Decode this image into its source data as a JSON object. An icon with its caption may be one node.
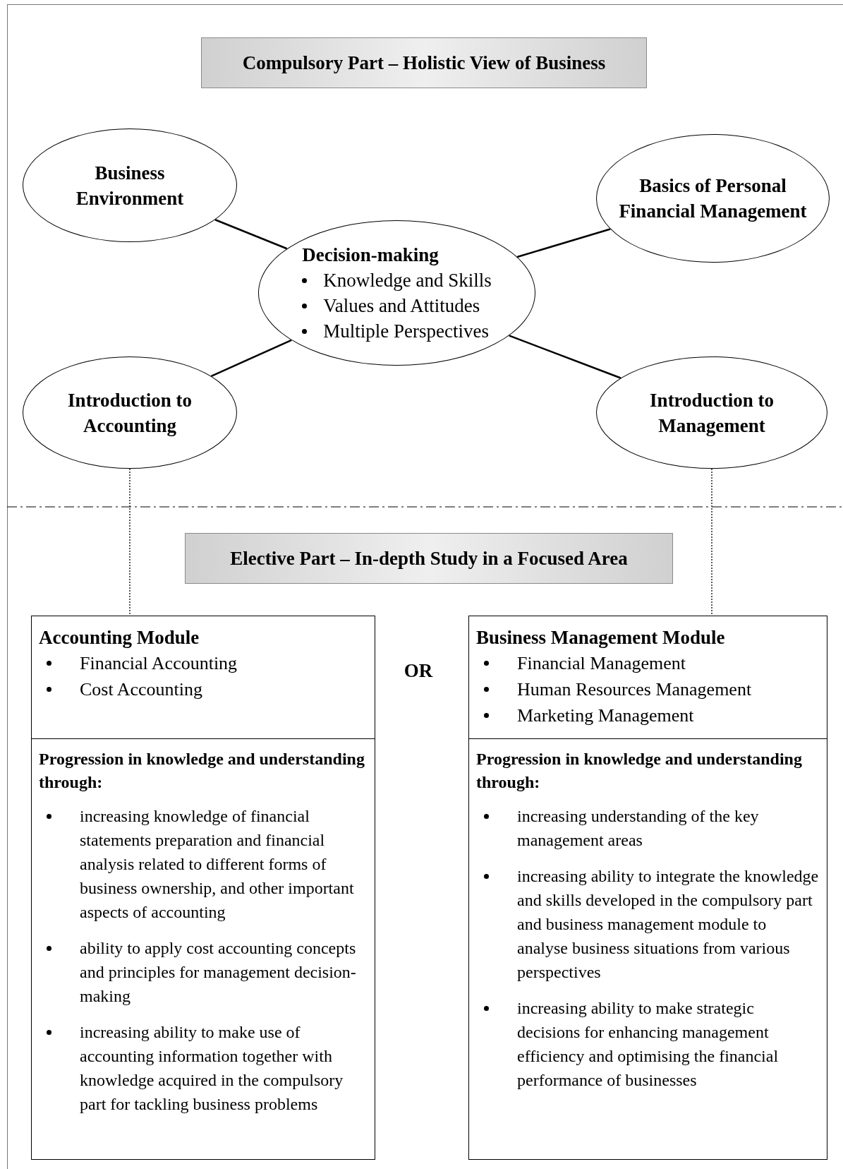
{
  "diagram": {
    "nodes": [
      {
        "text": [
          "Compulsory Part – Holistic View of Business"
        ]
      },
      {
        "text": [
          "Business Environment"
        ]
      },
      {
        "text": [
          "Basics of Personal Financial Management"
        ]
      },
      {
        "text": [
          "Decision-making",
          "Knowledge and Skills",
          "Values and Attitudes",
          "Multiple Perspectives"
        ]
      },
      {
        "text": [
          "Introduction to Accounting"
        ]
      },
      {
        "text": [
          "Introduction to Management"
        ]
      },
      {
        "text": [
          "Elective Part – In-depth Study in a Focused Area"
        ]
      },
      {
        "text": [
          "Accounting Module",
          "Financial Accounting",
          "Cost Accounting"
        ]
      },
      {
        "text": [
          "Business Management Module",
          "Financial Management",
          "Human Resources Management",
          "Marketing Management"
        ]
      },
      {
        "text": [
          "Progression in knowledge and understanding through:",
          "increasing knowledge of financial statements preparation and financial analysis related to different forms of business ownership, and other important aspects of accounting",
          "ability to apply cost accounting concepts and principles for management decision-making",
          "increasing ability to make use of accounting information together with knowledge acquired in the compulsory part for tackling business problems"
        ]
      },
      {
        "text": [
          "Progression in knowledge and understanding through:",
          "increasing understanding of the key management areas",
          "increasing ability to integrate the knowledge and skills developed in the compulsory part and business management module to analyse business situations from various perspectives",
          "increasing ability to make strategic decisions for enhancing management efficiency and optimising the financial performance of businesses"
        ]
      }
    ],
    "edges": [
      {
        "from": 1,
        "to": 3,
        "arrow": "none"
      },
      {
        "from": 2,
        "to": 3,
        "arrow": "none"
      },
      {
        "from": 4,
        "to": 3,
        "arrow": "none"
      },
      {
        "from": 5,
        "to": 3,
        "arrow": "none"
      },
      {
        "from": 4,
        "to": 7,
        "arrow": "none",
        "style": "dashed"
      },
      {
        "from": 5,
        "to": 8,
        "arrow": "none",
        "style": "dashed"
      }
    ],
    "labels": [
      "OR"
    ]
  }
}
